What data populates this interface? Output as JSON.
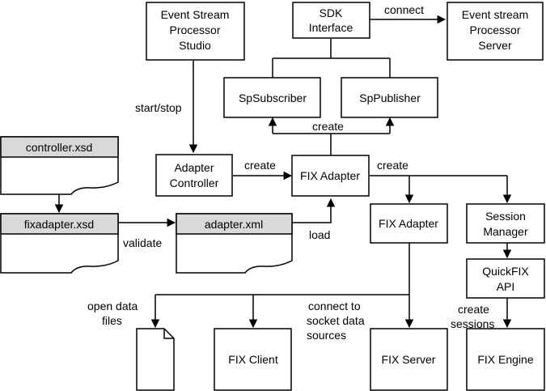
{
  "nodes": {
    "esp_studio": [
      "Event Stream",
      "Processor",
      "Studio"
    ],
    "sdk_interface": [
      "SDK",
      "Interface"
    ],
    "esp_server": [
      "Event stream",
      "Processor",
      "Server"
    ],
    "sp_subscriber": "SpSubscriber",
    "sp_publisher": "SpPublisher",
    "controller_xsd": "controller.xsd",
    "adapter_controller": [
      "Adapter",
      "Controller"
    ],
    "fix_adapter_main": "FIX Adapter",
    "fixadapter_xsd": "fixadapter.xsd",
    "adapter_xml": "adapter.xml",
    "fix_adapter_sub": "FIX Adapter",
    "session_manager": [
      "Session",
      "Manager"
    ],
    "quickfix_api": [
      "QuickFIX",
      "API"
    ],
    "fix_client": "FIX Client",
    "fix_server": "FIX Server",
    "fix_engine": "FIX Engine"
  },
  "labels": {
    "connect": "connect",
    "start_stop": "start/stop",
    "create_pub_sub": "create",
    "create_controller": "create",
    "create_adapters": "create",
    "validate": "validate",
    "load": "load",
    "open_data_files": [
      "open data",
      "files"
    ],
    "connect_socket": [
      "connect to",
      "socket data",
      "sources"
    ],
    "create_sessions": [
      "create",
      "sessions"
    ]
  }
}
